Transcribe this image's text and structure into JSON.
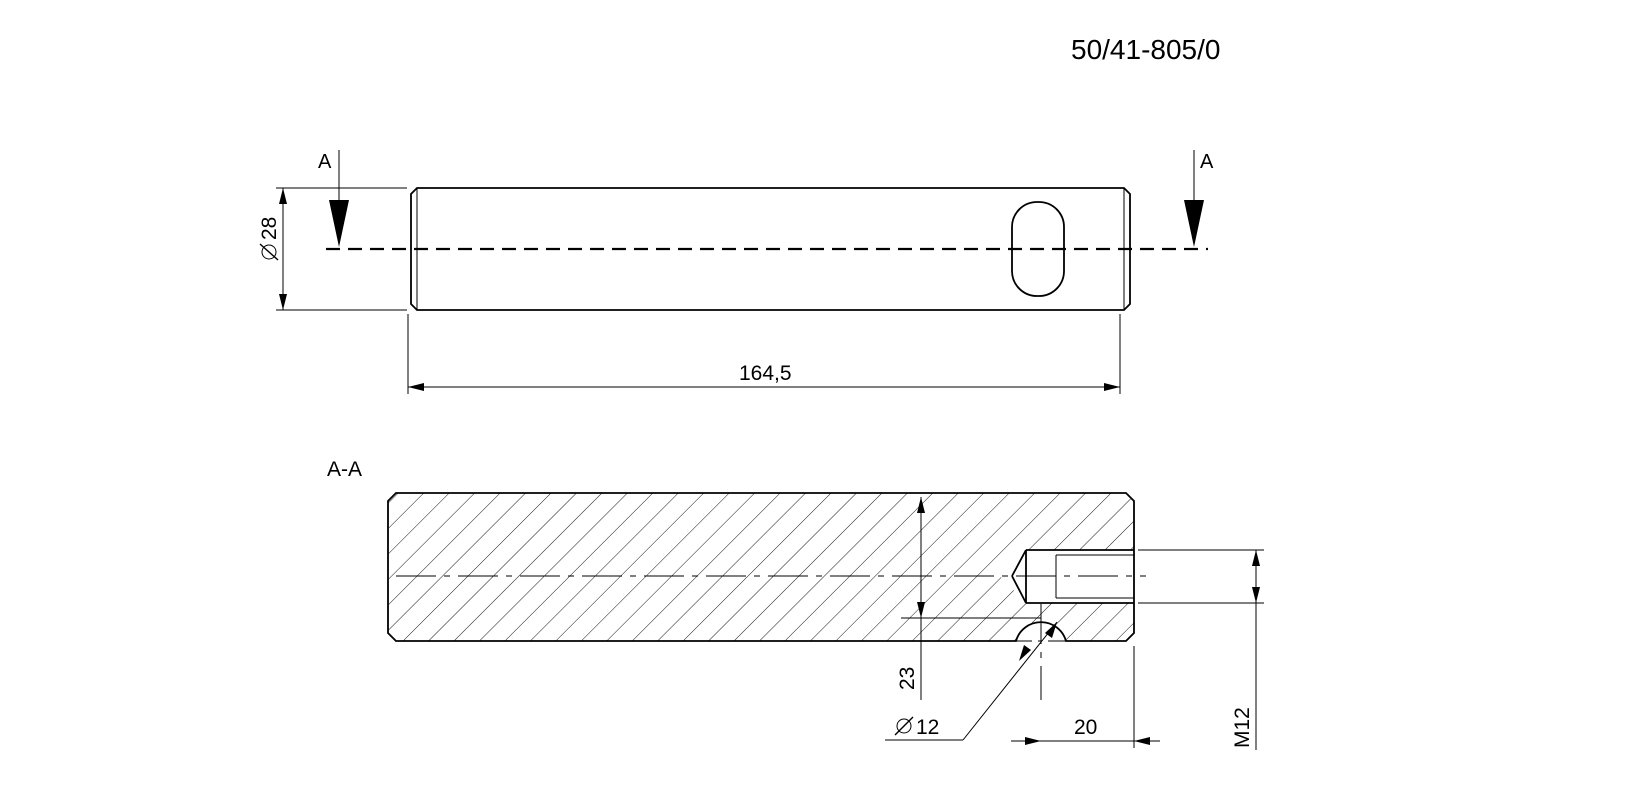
{
  "drawing": {
    "number": "50/41-805/0",
    "section_marker": "A",
    "section_title": "A-A",
    "dimensions": {
      "diameter_28": "28",
      "length_164_5": "164,5",
      "dim_23": "23",
      "diameter_12": "12",
      "dim_20": "20",
      "thread_m12": "M12"
    },
    "symbols": {
      "diameter": "diameter-symbol"
    },
    "colors": {
      "line": "#000000",
      "background": "#ffffff"
    }
  }
}
